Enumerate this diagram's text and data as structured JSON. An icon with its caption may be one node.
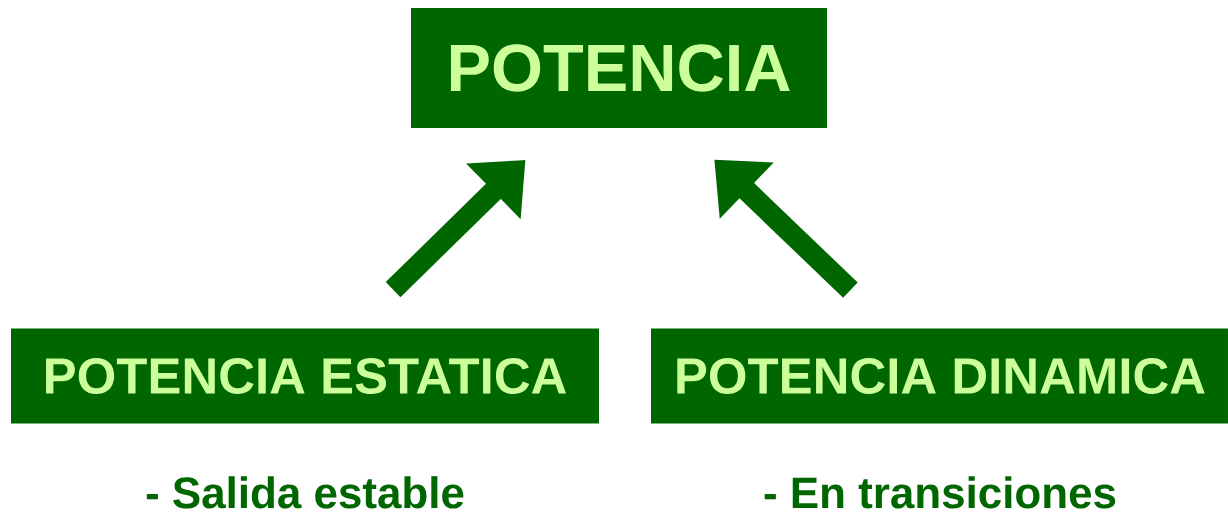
{
  "diagram": {
    "nodes": [
      {
        "text": [
          "POTENCIA"
        ]
      },
      {
        "text": [
          "POTENCIA ESTATICA"
        ],
        "beside": [
          "- Salida estable"
        ]
      },
      {
        "text": [
          "POTENCIA DINAMICA"
        ],
        "beside": [
          "- En transiciones"
        ]
      }
    ],
    "edges": [
      {
        "from": 1,
        "to": 0,
        "arrow": "to"
      },
      {
        "from": 2,
        "to": 0,
        "arrow": "to"
      }
    ]
  }
}
